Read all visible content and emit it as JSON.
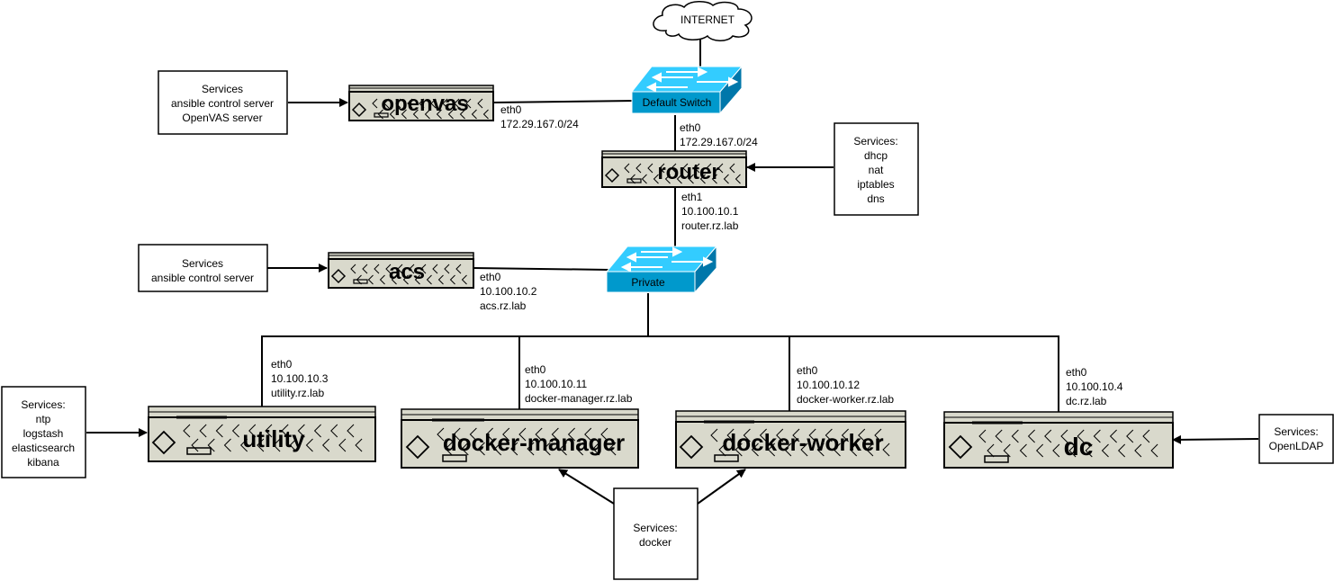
{
  "internet": {
    "label": "INTERNET"
  },
  "switches": {
    "default": {
      "label": "Default Switch"
    },
    "private": {
      "label": "Private"
    }
  },
  "servers": {
    "openvas": {
      "name": "openvas"
    },
    "router": {
      "name": "router"
    },
    "acs": {
      "name": "acs"
    },
    "utility": {
      "name": "utility"
    },
    "docker_manager": {
      "name": "docker-manager"
    },
    "docker_worker": {
      "name": "docker-worker"
    },
    "dc": {
      "name": "dc"
    }
  },
  "interfaces": {
    "openvas": [
      "eth0",
      "172.29.167.0/24"
    ],
    "router_eth0": [
      "eth0",
      "172.29.167.0/24"
    ],
    "router_eth1": [
      "eth1",
      "10.100.10.1",
      "router.rz.lab"
    ],
    "acs": [
      "eth0",
      "10.100.10.2",
      "acs.rz.lab"
    ],
    "utility": [
      "eth0",
      "10.100.10.3",
      "utility.rz.lab"
    ],
    "docker_manager": [
      "eth0",
      "10.100.10.11",
      "docker-manager.rz.lab"
    ],
    "docker_worker": [
      "eth0",
      "10.100.10.12",
      "docker-worker.rz.lab"
    ],
    "dc": [
      "eth0",
      "10.100.10.4",
      "dc.rz.lab"
    ]
  },
  "services": {
    "openvas": [
      "Services",
      "ansible control server",
      "OpenVAS server"
    ],
    "router": [
      "Services:",
      "dhcp",
      "nat",
      "iptables",
      "dns"
    ],
    "acs": [
      "Services",
      "ansible control server"
    ],
    "utility": [
      "Services:",
      "ntp",
      "logstash",
      "elasticsearch",
      "kibana"
    ],
    "docker": [
      "Services:",
      "docker"
    ],
    "dc": [
      "Services:",
      "OpenLDAP"
    ]
  }
}
